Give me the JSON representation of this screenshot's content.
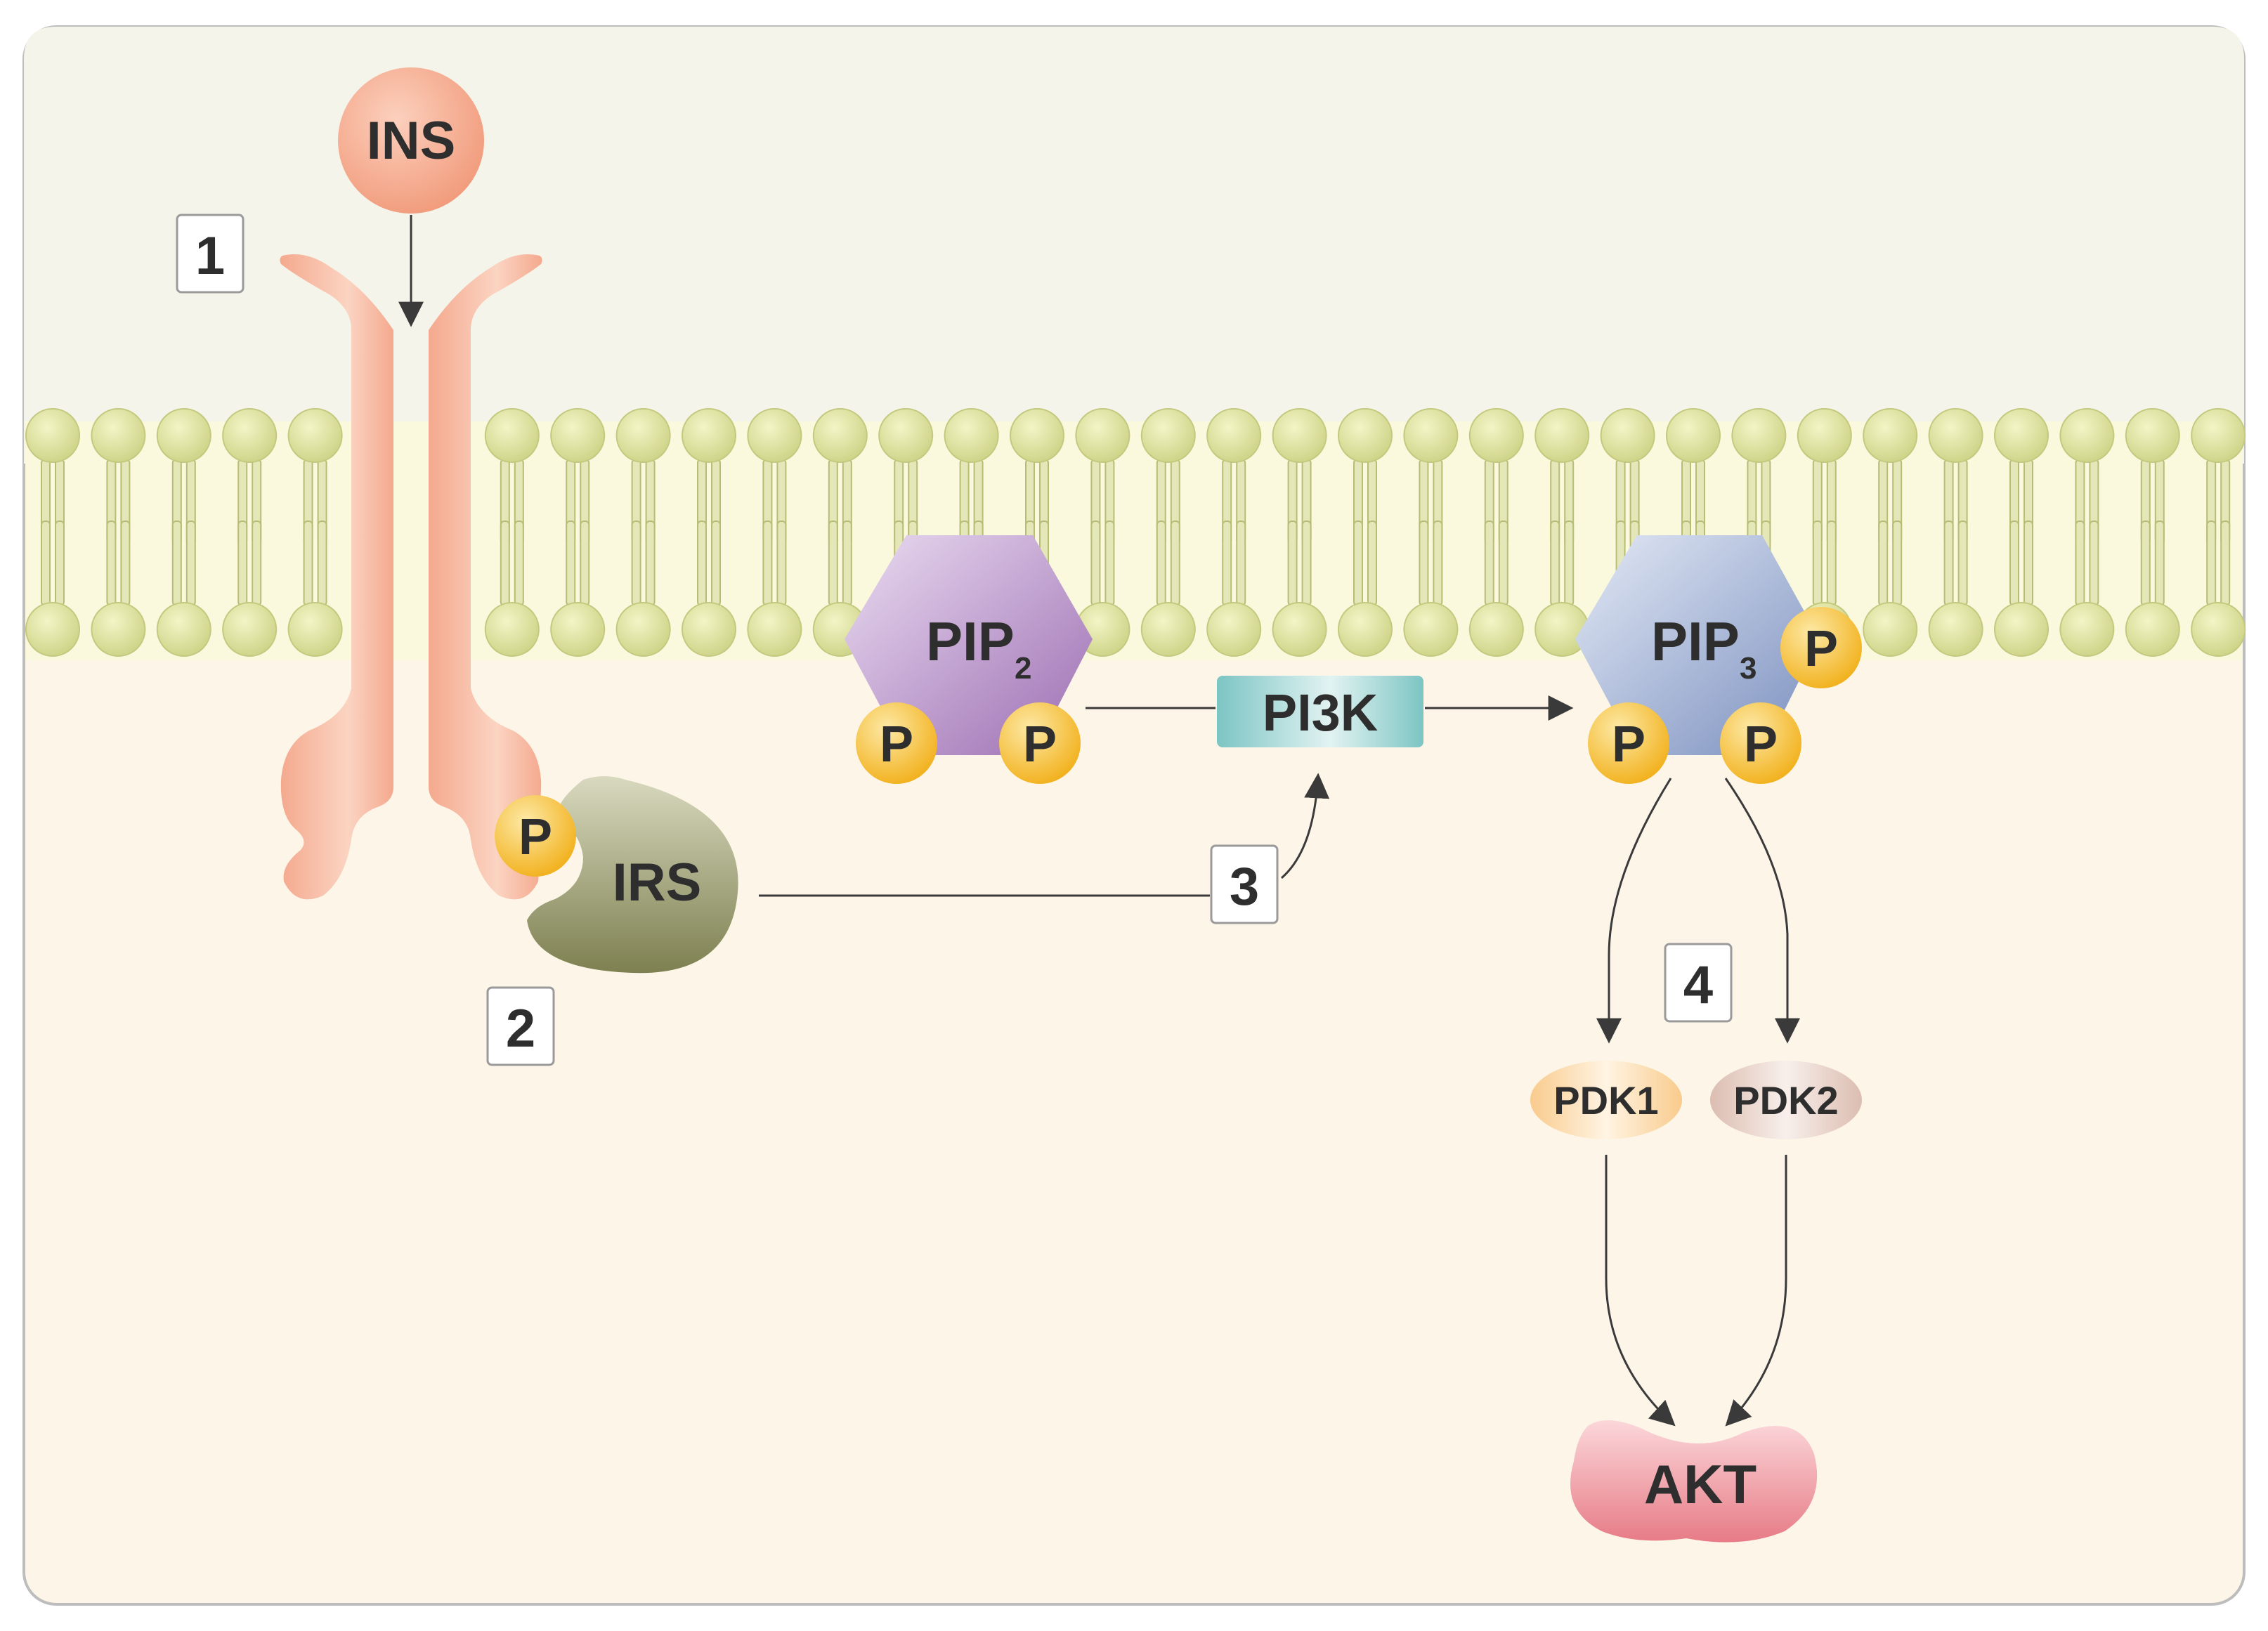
{
  "labels": {
    "ins": "INS",
    "irs": "IRS",
    "pip2_main": "PIP",
    "pip2_sub": "2",
    "pip3_main": "PIP",
    "pip3_sub": "3",
    "pi3k": "PI3K",
    "pdk1": "PDK1",
    "pdk2": "PDK2",
    "akt": "AKT",
    "phosphate": "P"
  },
  "steps": [
    "1",
    "2",
    "3",
    "4"
  ],
  "colors": {
    "extracellular_bg": "#f5f4ea",
    "intracellular_bg": "#fdf6e8",
    "membrane": "#dbe0a0",
    "receptor": "#f6b49c",
    "ins": "#f5a889",
    "irs": "#8e9160",
    "pip2": "#bb98c9",
    "pip3": "#9fb0d6",
    "pi3k": "#98d4d0",
    "phosphate": "#f7c63a",
    "pdk1": "#fbd7a4",
    "pdk2": "#e9d2c8",
    "akt": "#ee8f97"
  }
}
